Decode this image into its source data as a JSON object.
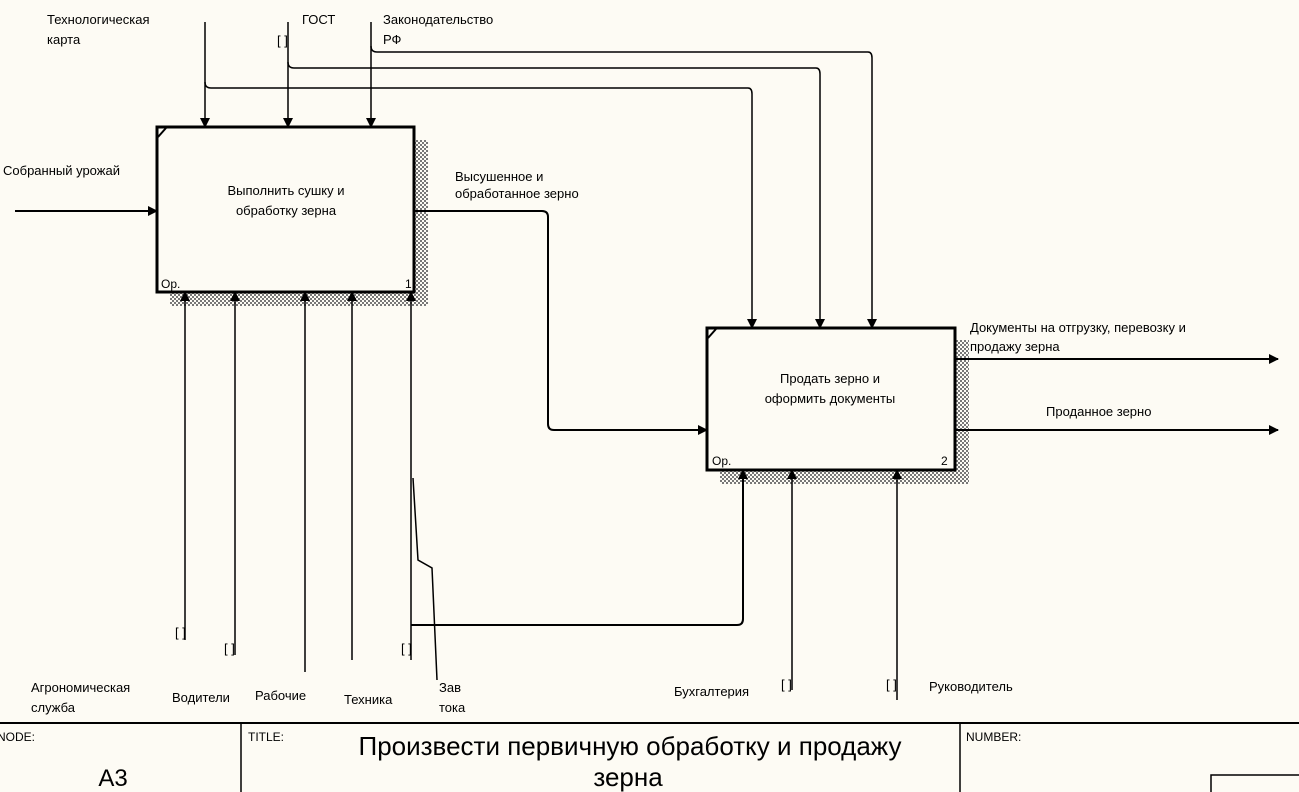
{
  "diagram": {
    "boxes": [
      {
        "label_line1": "Выполнить сушку и",
        "label_line2": "обработку зерна",
        "op": "Ор.",
        "number": "1"
      },
      {
        "label_line1": "Продать зерно и",
        "label_line2": "оформить документы",
        "op": "Ор.",
        "number": "2"
      }
    ],
    "controls": {
      "tech_map_1": "Технологическая",
      "tech_map_2": "карта",
      "gost": "ГОСТ",
      "law_1": "Законодательство",
      "law_2": "РФ"
    },
    "inputs": {
      "harvest": "Собранный урожай"
    },
    "outputs": {
      "dried_1": "Высушенное и",
      "dried_2": "обработанное зерно",
      "docs_1": "Документы на отгрузку, перевозку и",
      "docs_2": "продажу зерна",
      "sold": "Проданное  зерно"
    },
    "mechanisms": {
      "agro_1": "Агрономическая",
      "agro_2": "служба",
      "drivers": "Водители",
      "workers": "Рабочие",
      "machinery": "Техника",
      "zav_1": "Зав",
      "zav_2": "тока",
      "accounting": "Бухгалтерия",
      "manager": "Руководитель"
    },
    "tunnel": "[ ]"
  },
  "footer": {
    "node_label": "NODE:",
    "node_value": "A3",
    "title_label": "TITLE:",
    "title_line1": "Произвести первичную  обработку и продажу",
    "title_line2": "зерна",
    "number_label": "NUMBER:"
  }
}
